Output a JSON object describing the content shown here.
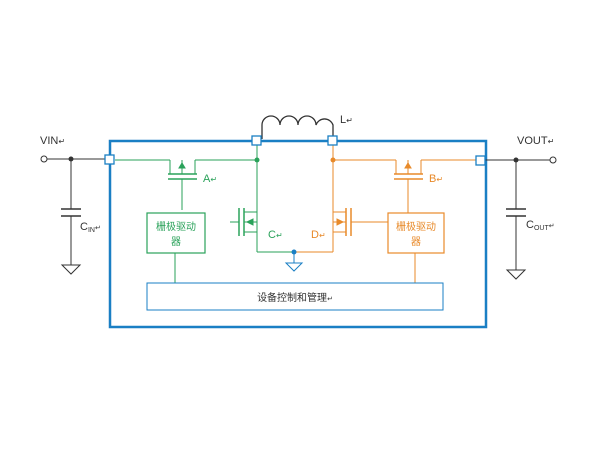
{
  "labels": {
    "vin": "VIN",
    "vout": "VOUT",
    "inductor": "L",
    "cin_main": "C",
    "cin_sub": "IN",
    "cout_main": "C",
    "cout_sub": "OUT",
    "switch_a": "A",
    "switch_b": "B",
    "switch_c": "C",
    "switch_d": "D",
    "gate_driver_left_line1": "栅极驱动",
    "gate_driver_left_line2": "器",
    "gate_driver_right_line1": "栅极驱动",
    "gate_driver_right_line2": "器",
    "controller": "设备控制和管理",
    "return_mark": "↵"
  },
  "colors": {
    "chip_border": "#1a7fc4",
    "green_path": "#2aa25a",
    "orange_path": "#e88a2a",
    "wire": "#333333"
  }
}
